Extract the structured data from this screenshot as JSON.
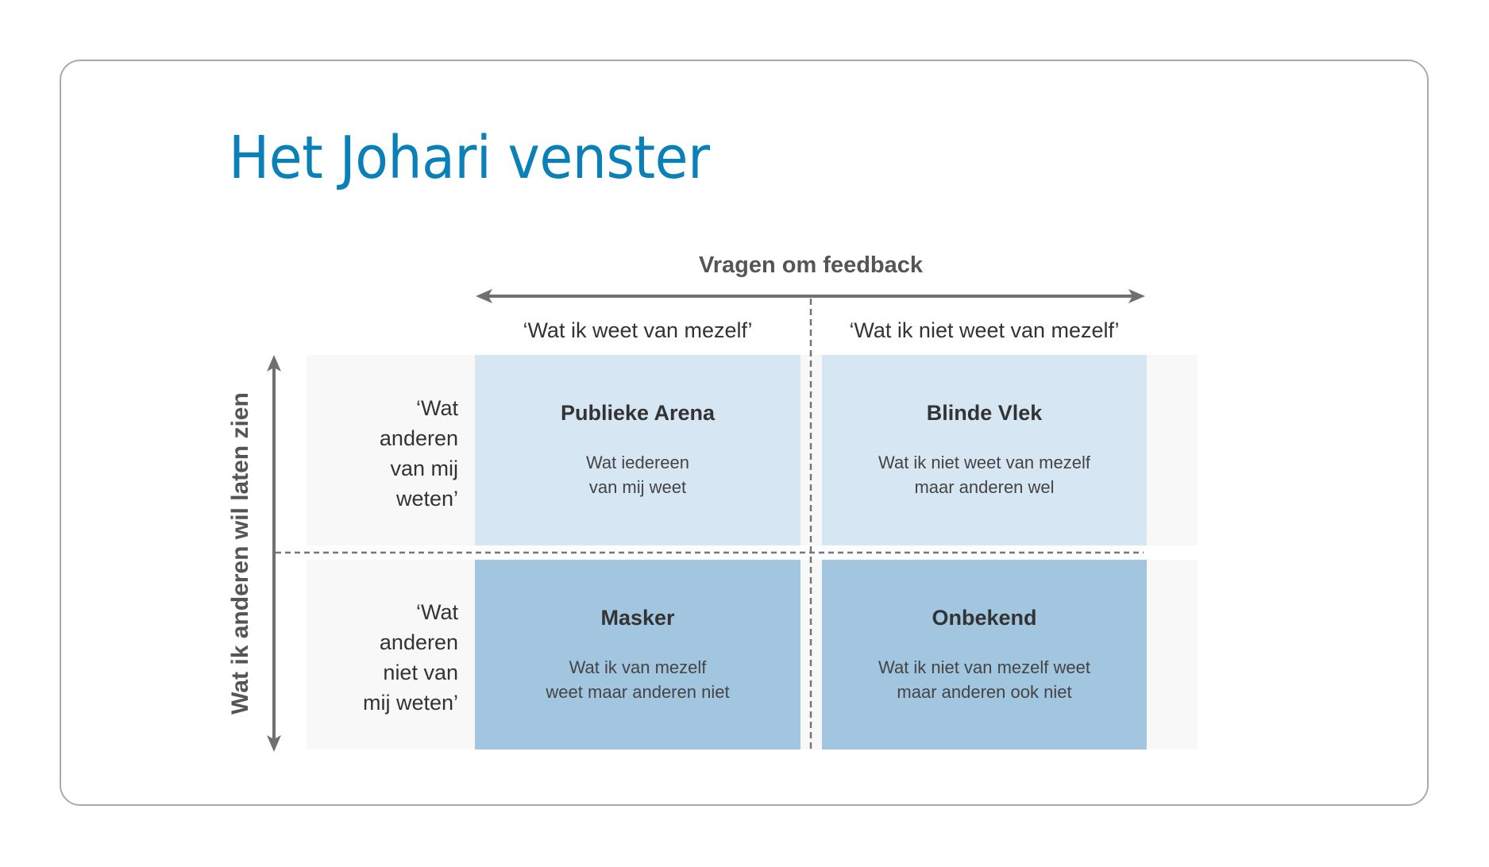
{
  "title": "Het Johari venster",
  "colors": {
    "title": "#0a80b8",
    "frame_border": "#aaaaaa",
    "cell_light": "#d6e6f3",
    "cell_dark": "#a2c5e0",
    "panel_gray": "#f8f8f8",
    "axis_lines": "#777777"
  },
  "axes": {
    "horizontal": {
      "label": "Vragen om feedback",
      "icon": "double-headed-arrow-horizontal"
    },
    "vertical": {
      "label": "Wat ik anderen wil laten zien",
      "icon": "double-headed-arrow-vertical"
    }
  },
  "columns": [
    {
      "label": "‘Wat ik weet van mezelf’"
    },
    {
      "label": "‘Wat ik niet weet van mezelf’"
    }
  ],
  "rows": [
    {
      "label_lines": [
        "‘Wat",
        "anderen",
        "van mij",
        "weten’"
      ]
    },
    {
      "label_lines": [
        "‘Wat",
        "anderen",
        "niet van",
        "mij weten’"
      ]
    }
  ],
  "quadrants": [
    {
      "title": "Publieke Arena",
      "lines": [
        "Wat iedereen",
        "van mij weet"
      ]
    },
    {
      "title": "Blinde Vlek",
      "lines": [
        "Wat ik niet weet van mezelf",
        "maar anderen wel"
      ]
    },
    {
      "title": "Masker",
      "lines": [
        "Wat ik van mezelf",
        "weet maar anderen niet"
      ]
    },
    {
      "title": "Onbekend",
      "lines": [
        "Wat ik niet van mezelf weet",
        "maar anderen ook niet"
      ]
    }
  ]
}
